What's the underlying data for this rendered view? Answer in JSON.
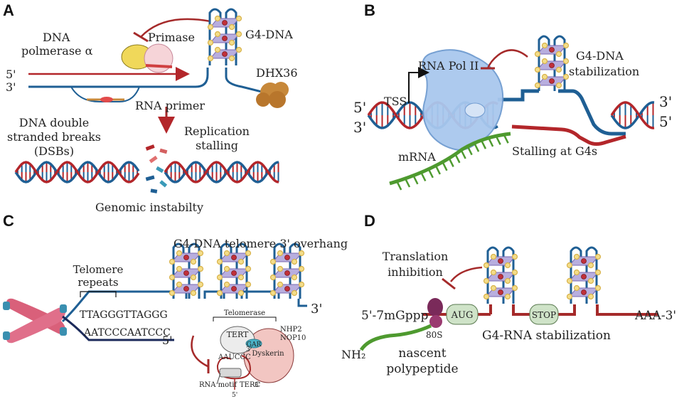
{
  "colors": {
    "dna_blue": "#1f5f94",
    "dna_red": "#b3262a",
    "g4_plate": "#b8aede",
    "g4_ring": "#d8b24a",
    "rna_green": "#4e9a2f",
    "pol_blue": "#a9c8ee",
    "helicase": "#c7883a",
    "telomere_navy": "#1b2a5a",
    "ribosome": "#7a2a5a",
    "box_green": "#cfe3c8",
    "chromosome": "#d9607a"
  },
  "icons": [
    "inhibition-arrow-icon",
    "g4-quadruplex-icon",
    "dna-helix-icon",
    "helicase-icon",
    "ribosome-icon",
    "polymerase-icon"
  ],
  "panel_a": {
    "letter": "A",
    "dna_pol": [
      "DNA",
      "polmerase α"
    ],
    "primase": "Primase",
    "g4": "G4-DNA",
    "five_prime": "5'",
    "three_prime": "3'",
    "helicase": "DHX36",
    "rna_primer": "RNA primer",
    "dsb": [
      "DNA double",
      "stranded breaks",
      "(DSBs)"
    ],
    "stall": [
      "Replication",
      "stalling"
    ],
    "genomic": "Genomic instabilty"
  },
  "panel_b": {
    "letter": "B",
    "pol": "RNA Pol II",
    "tss": "TSS",
    "g4_stab": [
      "G4-DNA",
      "stabilization"
    ],
    "five_left": "5'",
    "three_left": "3'",
    "three_right": "3'",
    "five_right": "5'",
    "mrna": "mRNA",
    "stalling": "Stalling at G4s"
  },
  "panel_c": {
    "letter": "C",
    "overhang": "G4-DNA telomere 3' overhang",
    "repeats": [
      "Telomere",
      "repeats"
    ],
    "seq_top": "TTAGGGTTAGGG",
    "seq_bottom": "AATCCCAATCCC",
    "three_prime": "3'",
    "five_prime": "5'",
    "telomerase": "Telomerase",
    "tert": "TERT",
    "nhp2": "NHP2",
    "nop10": "NOP10",
    "gar": "GAR",
    "dyskerin": "Dyskerin",
    "aauccc": "AAUCCC",
    "rna_motif": "RNA motif",
    "terc": "TERC",
    "terc_3": "3'",
    "terc_5": "5'",
    "tert_3": "3'"
  },
  "panel_d": {
    "letter": "D",
    "inhibition": [
      "Translation",
      "inhibition"
    ],
    "cap": "5'-7mGppp",
    "aug": "AUG",
    "stop": "STOP",
    "polya": "AAA-3'",
    "ribosome": "80S",
    "g4rna": "G4-RNA stabilization",
    "nh2": "NH₂",
    "nascent": [
      "nascent",
      "polypeptide"
    ]
  }
}
